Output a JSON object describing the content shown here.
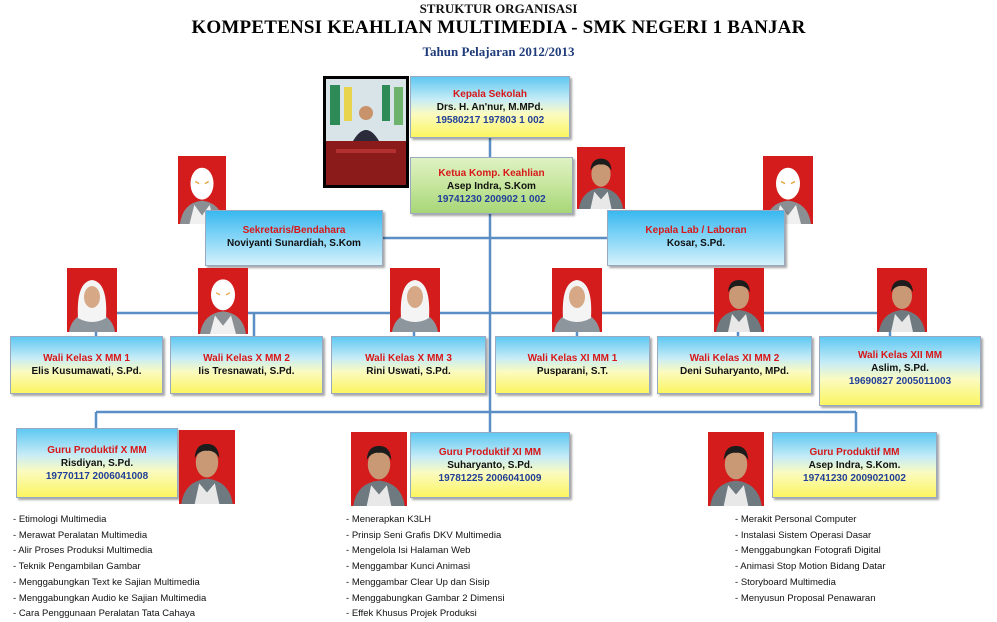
{
  "header": {
    "line1": "STRUKTUR ORGANISASI",
    "line2": "KOMPETENSI KEAHLIAN MULTIMEDIA - SMK NEGERI 1 BANJAR",
    "line3": "Tahun Pelajaran 2012/2013"
  },
  "kepala_sekolah": {
    "role": "Kepala Sekolah",
    "name": "Drs. H. An'nur, M.MPd.",
    "nip": "19580217 197803 1 002"
  },
  "ketua_komp": {
    "role": "Ketua Komp. Keahlian",
    "name": "Asep Indra, S.Kom",
    "nip": "19741230 200902 1 002"
  },
  "sekretaris": {
    "role": "Sekretaris/Bendahara",
    "name": "Noviyanti Sunardiah, S.Kom"
  },
  "kepala_lab": {
    "role": "Kepala Lab / Laboran",
    "name": "Kosar, S.Pd."
  },
  "wali_kelas": [
    {
      "role": "Wali Kelas X MM 1",
      "name": "Elis Kusumawati, S.Pd."
    },
    {
      "role": "Wali Kelas X MM 2",
      "name": "Iis Tresnawati, S.Pd."
    },
    {
      "role": "Wali Kelas X MM 3",
      "name": "Rini Uswati, S.Pd."
    },
    {
      "role": "Wali Kelas XI MM 1",
      "name": "Pusparani, S.T."
    },
    {
      "role": "Wali Kelas XI MM 2",
      "name": "Deni Suharyanto, MPd."
    },
    {
      "role": "Wali Kelas XII MM",
      "name": "Aslim, S.Pd.",
      "nip": "19690827 2005011003"
    }
  ],
  "guru_produktif": [
    {
      "role": "Guru Produktif X MM",
      "name": "Risdiyan, S.Pd.",
      "nip": "19770117  2006041008",
      "tasks": [
        "Etimologi Multimedia",
        "Merawat Peralatan Multimedia",
        "Alir Proses Produksi Multimedia",
        "Teknik Pengambilan Gambar",
        "Menggabungkan Text ke Sajian Multimedia",
        "Menggabungkan Audio ke Sajian Multimedia",
        "Cara Penggunaan Peralatan Tata Cahaya"
      ]
    },
    {
      "role": "Guru Produktif XI MM",
      "name": "Suharyanto, S.Pd.",
      "nip": "19781225 2006041009",
      "tasks": [
        "Menerapkan K3LH",
        "Prinsip Seni Grafis DKV Multimedia",
        "Mengelola Isi Halaman Web",
        "Menggambar Kunci Animasi",
        "Menggambar Clear Up dan Sisip",
        "Menggabungkan Gambar 2 Dimensi",
        "Effek Khusus Projek Produksi"
      ]
    },
    {
      "role": "Guru Produktif MM",
      "name": "Asep Indra, S.Kom.",
      "nip": "19741230 2009021002",
      "tasks": [
        "Merakit Personal Computer",
        "Instalasi Sistem Operasi Dasar",
        "Menggabungkan Fotografi Digital",
        "Animasi Stop Motion Bidang Datar",
        "Storyboard Multimedia",
        "Menyusun Proposal Penawaran"
      ]
    }
  ],
  "colors": {
    "role_text": "#d81818",
    "nip_text": "#22409a",
    "line": "#5b8ec4",
    "photo_bg": "#d41c1c"
  }
}
